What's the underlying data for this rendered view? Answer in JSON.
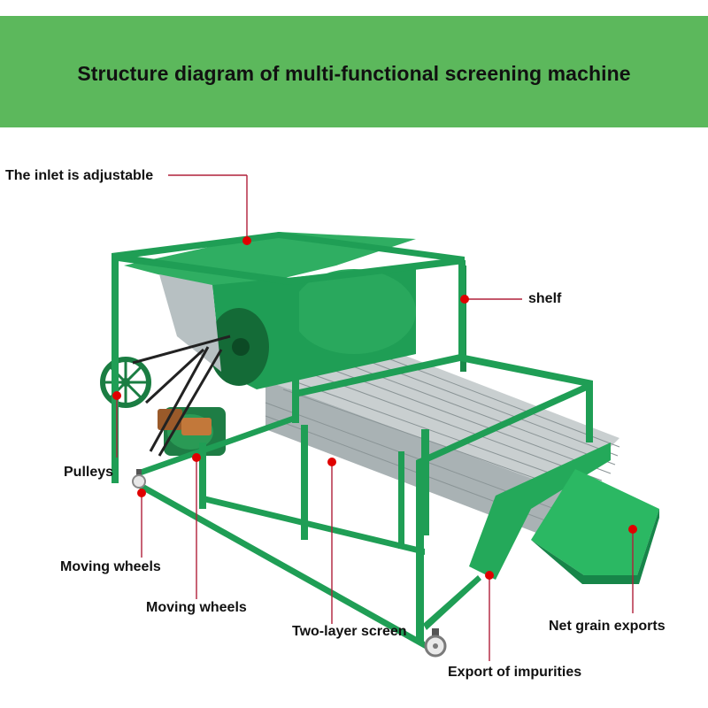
{
  "title": "Structure diagram of multi-functional screening machine",
  "colors": {
    "banner": "#5cb85c",
    "machine_green": "#1f9e55",
    "machine_dark": "#157a3f",
    "callout_dot": "#e00000",
    "callout_line": "#b0203a"
  },
  "callouts": {
    "inlet": "The inlet is adjustable",
    "shelf": "shelf",
    "pulleys": "Pulleys",
    "wheels_left": "Moving wheels",
    "wheels_mid": "Moving wheels",
    "screen": "Two-layer screen",
    "net_grain": "Net grain exports",
    "impurities": "Export of impurities"
  }
}
